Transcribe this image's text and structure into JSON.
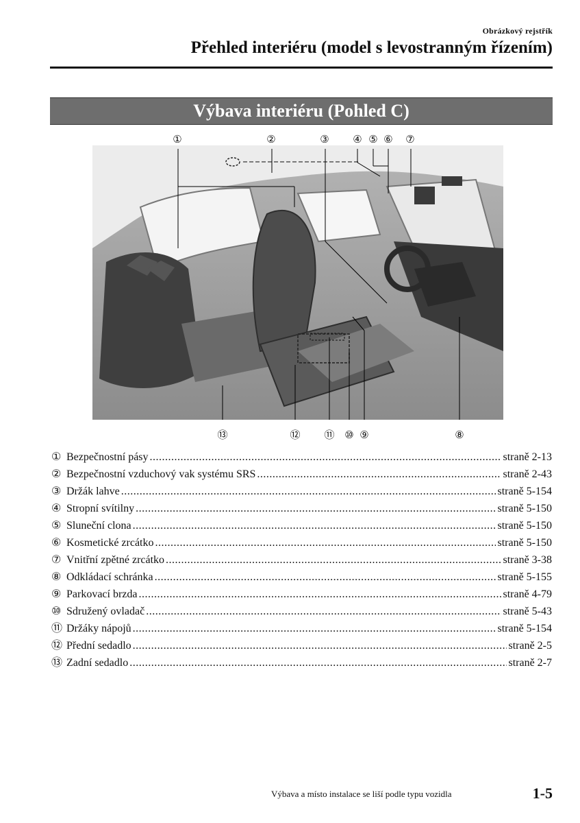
{
  "header": {
    "section": "Obrázkový rejstřík",
    "title": "Přehled interiéru (model s levostranným řízením)"
  },
  "banner": "Výbava interiéru (Pohled C)",
  "callouts": [
    "①",
    "②",
    "③",
    "④",
    "⑤",
    "⑥",
    "⑦",
    "⑧",
    "⑨",
    "⑩",
    "⑪",
    "⑫",
    "⑬"
  ],
  "items": [
    {
      "num": "①",
      "label": "Bezpečnostní pásy",
      "ref": "straně 2-13"
    },
    {
      "num": "②",
      "label": "Bezpečnostní vzduchový vak systému SRS",
      "ref": "straně 2-43"
    },
    {
      "num": "③",
      "label": "Držák lahve",
      "ref": "straně 5-154"
    },
    {
      "num": "④",
      "label": "Stropní svítilny",
      "ref": "straně 5-150"
    },
    {
      "num": "⑤",
      "label": "Sluneční clona",
      "ref": "straně 5-150"
    },
    {
      "num": "⑥",
      "label": "Kosmetické zrcátko",
      "ref": "straně 5-150"
    },
    {
      "num": "⑦",
      "label": "Vnitřní zpětné zrcátko",
      "ref": "straně 3-38"
    },
    {
      "num": "⑧",
      "label": "Odkládací schránka",
      "ref": "straně 5-155"
    },
    {
      "num": "⑨",
      "label": "Parkovací brzda",
      "ref": "straně 4-79"
    },
    {
      "num": "⑩",
      "label": "Sdružený ovladač",
      "ref": "straně 5-43"
    },
    {
      "num": "⑪",
      "label": "Držáky nápojů",
      "ref": "straně 5-154"
    },
    {
      "num": "⑫",
      "label": "Přední sedadlo",
      "ref": "straně 2-5"
    },
    {
      "num": "⑬",
      "label": "Zadní sedadlo",
      "ref": "straně 2-7"
    }
  ],
  "footer": {
    "note": "Výbava a místo instalace se liší podle typu vozidla",
    "page": "1-5"
  }
}
